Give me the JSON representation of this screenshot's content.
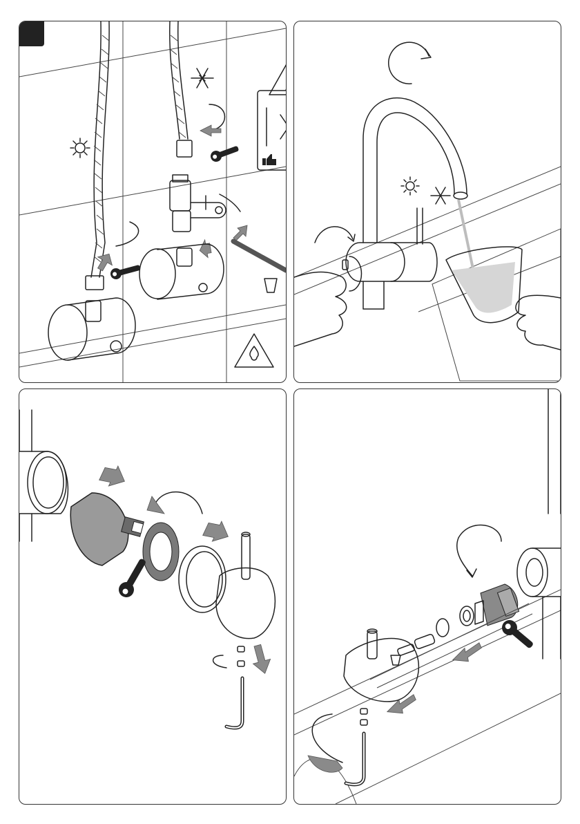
{
  "page_number": "",
  "panels": [
    {
      "id": "step-1-connect-hoses",
      "has_step_badge": true,
      "icons": [
        "hot-water-sun-icon",
        "cold-water-snowflake-icon",
        "warning-triangle-icon",
        "wrench-icon",
        "thumbs-up-icon",
        "cup-icon",
        "water-drop-warning-icon"
      ]
    },
    {
      "id": "step-2-test-flow",
      "icons": [
        "rotate-clockwise-arrow-icon",
        "hot-water-sun-icon",
        "cold-water-snowflake-icon",
        "glass-icon"
      ]
    },
    {
      "id": "step-3-handle-cartridge-disassembly",
      "icons": [
        "wrench-icon",
        "hex-key-icon",
        "grey-push-arrow-icon"
      ]
    },
    {
      "id": "step-4-boiling-handle-disassembly",
      "icons": [
        "wrench-icon",
        "hex-key-icon",
        "cup-icon",
        "grey-push-arrow-icon"
      ]
    }
  ],
  "colors": {
    "line": "#222222",
    "arrow_fill": "#8a8a8a",
    "badge": "#222222",
    "water": "#bdbdbd"
  }
}
